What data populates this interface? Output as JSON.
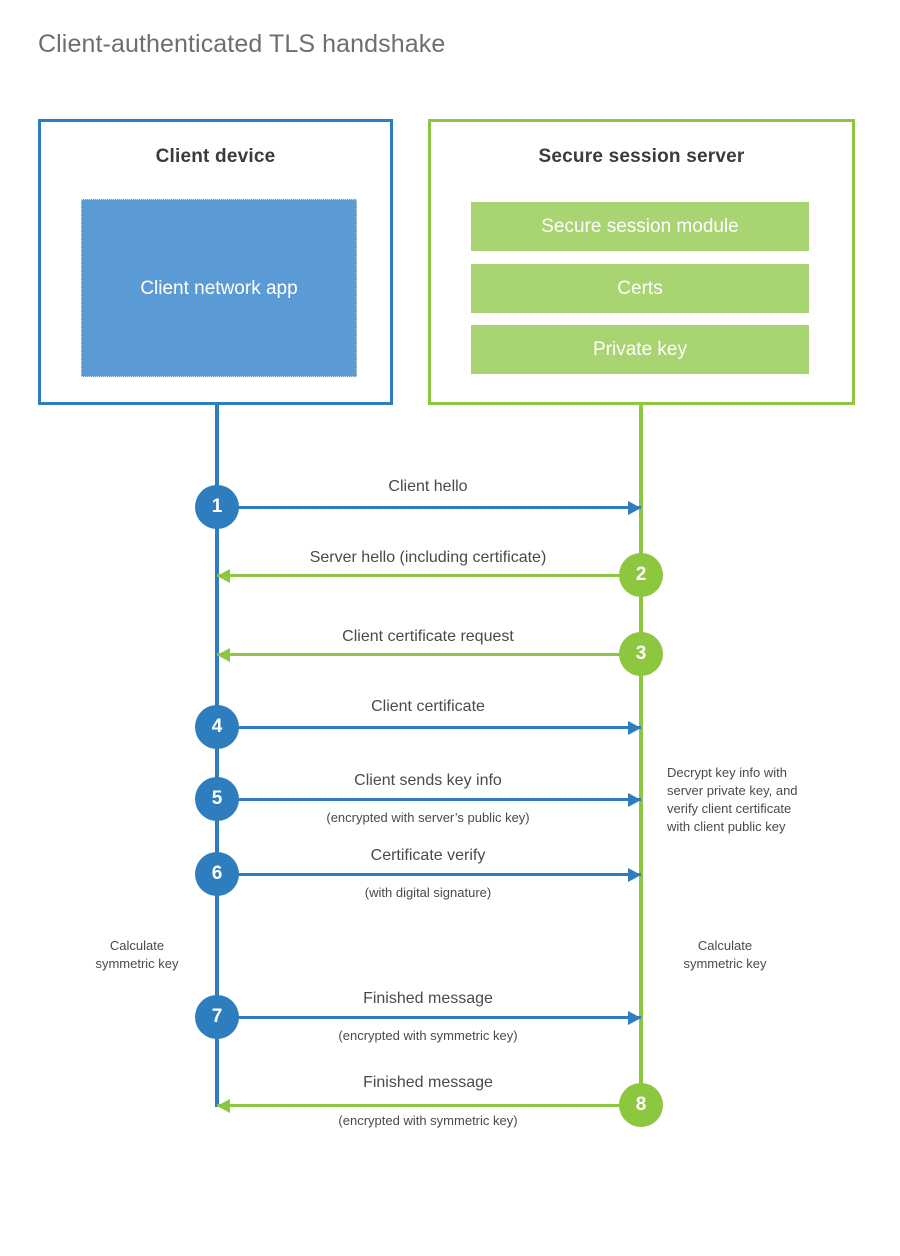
{
  "title": "Client-authenticated TLS handshake",
  "colors": {
    "client_blue": "#2e7dbf",
    "client_app_fill": "#5b9bd5",
    "server_green": "#8dc63f",
    "server_block_fill": "#a9d472",
    "title_gray": "#6e6e6e",
    "text_gray": "#4a4a4a",
    "heading_gray": "#3b3b3b",
    "background": "#ffffff"
  },
  "actors": {
    "client": {
      "title": "Client device",
      "inner_block": "Client network app"
    },
    "server": {
      "title": "Secure session server",
      "blocks": [
        "Secure session module",
        "Certs",
        "Private key"
      ]
    }
  },
  "steps": [
    {
      "number": "1",
      "label": "Client hello",
      "sublabel": "",
      "direction": "client-to-server",
      "color": "blue"
    },
    {
      "number": "2",
      "label": "Server hello (including certificate)",
      "sublabel": "",
      "direction": "server-to-client",
      "color": "green"
    },
    {
      "number": "3",
      "label": "Client certificate request",
      "sublabel": "",
      "direction": "server-to-client",
      "color": "green"
    },
    {
      "number": "4",
      "label": "Client certificate",
      "sublabel": "",
      "direction": "client-to-server",
      "color": "blue"
    },
    {
      "number": "5",
      "label": "Client sends key info",
      "sublabel": "(encrypted with server’s public key)",
      "direction": "client-to-server",
      "color": "blue"
    },
    {
      "number": "6",
      "label": "Certificate verify",
      "sublabel": "(with digital signature)",
      "direction": "client-to-server",
      "color": "blue"
    },
    {
      "number": "7",
      "label": "Finished message",
      "sublabel": "(encrypted with symmetric key)",
      "direction": "client-to-server",
      "color": "blue"
    },
    {
      "number": "8",
      "label": "Finished message",
      "sublabel": "(encrypted with symmetric key)",
      "direction": "server-to-client",
      "color": "green"
    }
  ],
  "notes": {
    "server_decrypt": "Decrypt key info with\nserver private key, and\nverify client certificate\nwith client public key",
    "client_calculate": "Calculate\nsymmetric key",
    "server_calculate": "Calculate\nsymmetric key"
  }
}
